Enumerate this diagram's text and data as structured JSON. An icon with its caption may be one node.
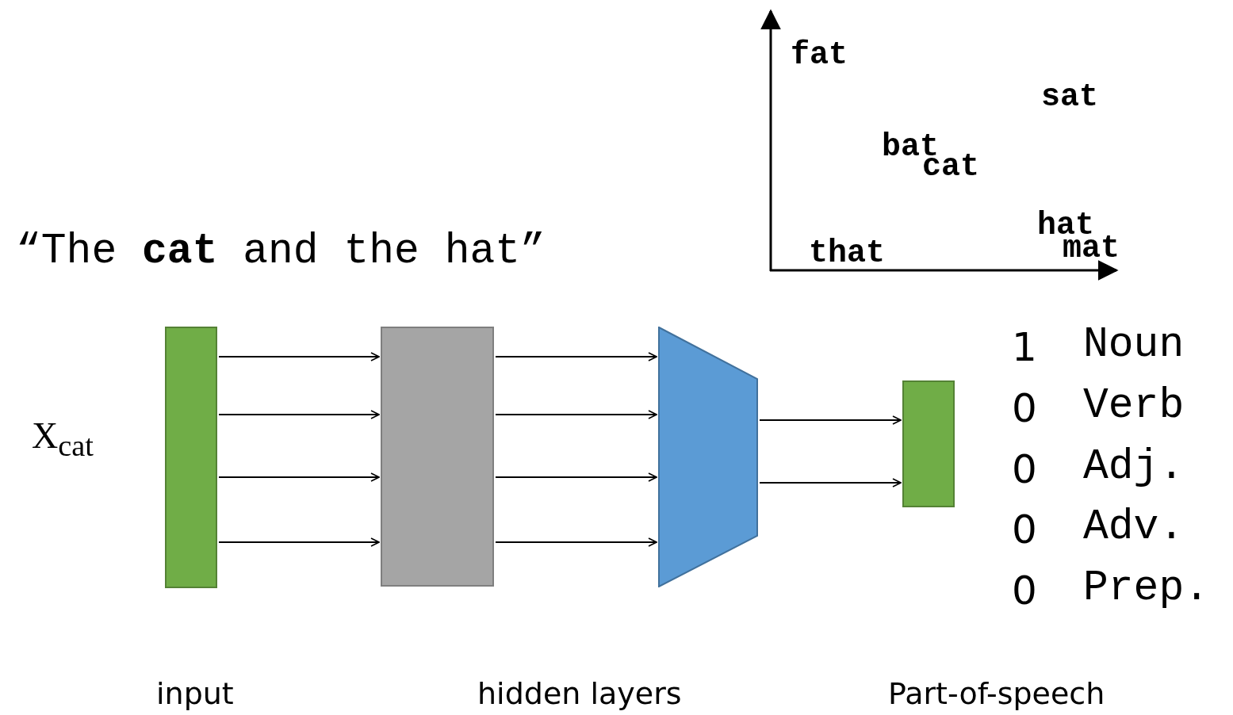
{
  "diagram": {
    "nodes": [
      {
        "text": [],
        "shape": "bar"
      },
      {
        "text": [],
        "shape": "box"
      },
      {
        "text": [],
        "shape": "trapezoid"
      },
      {
        "text": [],
        "shape": "bar"
      }
    ],
    "edges": [
      {
        "from": 0,
        "to": 1,
        "arrow": "to"
      },
      {
        "from": 0,
        "to": 1,
        "arrow": "to"
      },
      {
        "from": 0,
        "to": 1,
        "arrow": "to"
      },
      {
        "from": 0,
        "to": 1,
        "arrow": "to"
      },
      {
        "from": 1,
        "to": 2,
        "arrow": "to"
      },
      {
        "from": 1,
        "to": 2,
        "arrow": "to"
      },
      {
        "from": 1,
        "to": 2,
        "arrow": "to"
      },
      {
        "from": 1,
        "to": 2,
        "arrow": "to"
      },
      {
        "from": 2,
        "to": 3,
        "arrow": "to"
      },
      {
        "from": 2,
        "to": 3,
        "arrow": "to"
      }
    ],
    "labels": [
      "fat",
      "sat",
      "bat",
      "cat",
      "hat",
      "that",
      "mat",
      "“The **cat** and the hat”",
      "1",
      "Noun",
      "0",
      "Verb",
      "X$_{cat}$",
      "0",
      "Adj.",
      "0",
      "Adv.",
      "0",
      "Prep.",
      "input",
      "hidden layers",
      "Part-of-speech"
    ]
  }
}
